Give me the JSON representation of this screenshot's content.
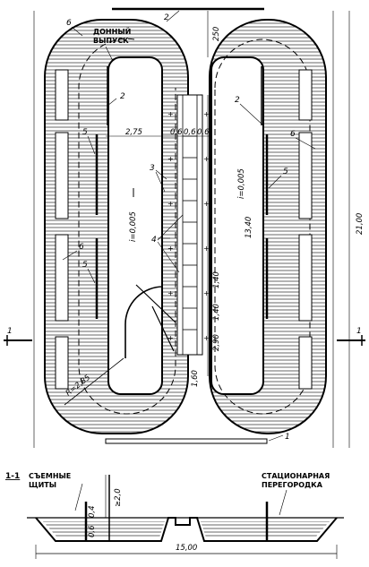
{
  "labels": {
    "bottom_outlet_line1": "ДОННЫЙ",
    "bottom_outlet_line2": "ВЫПУСК",
    "removable_line1": "СЪЕМНЫЕ",
    "removable_line2": "ЩИТЫ",
    "stationary_line1": "СТАЦИОНАРНАЯ",
    "stationary_line2": "ПЕРЕГОРОДКА",
    "section_title": "1-1",
    "section_mark_left": "1",
    "section_mark_right": "1"
  },
  "dimensions": {
    "top_250": "250",
    "w_275": "2,75",
    "w_06a": "0,6",
    "w_06b": "0,6",
    "w_06c": "0,6",
    "slope_left": "i=0,005",
    "slope_right": "i=0,005",
    "len_1340": "13,40",
    "h_140a": "1,40",
    "h_140b": "1,40",
    "h_290": "2,90",
    "h_160": "1,60",
    "radius": "R=2,85",
    "overall_height": "21,00",
    "section_ge20": "≥2,0",
    "section_04": "0,4",
    "section_06": "0,6",
    "overall_width": "15,00"
  },
  "callouts": {
    "n1": "1",
    "n2_top": "2",
    "n2_left": "2",
    "n2_right": "2",
    "n3": "3",
    "n4": "4",
    "n5_a": "5",
    "n5_b": "5",
    "n5_c": "5",
    "n6_a": "6",
    "n6_b": "6",
    "n6_c": "6"
  }
}
